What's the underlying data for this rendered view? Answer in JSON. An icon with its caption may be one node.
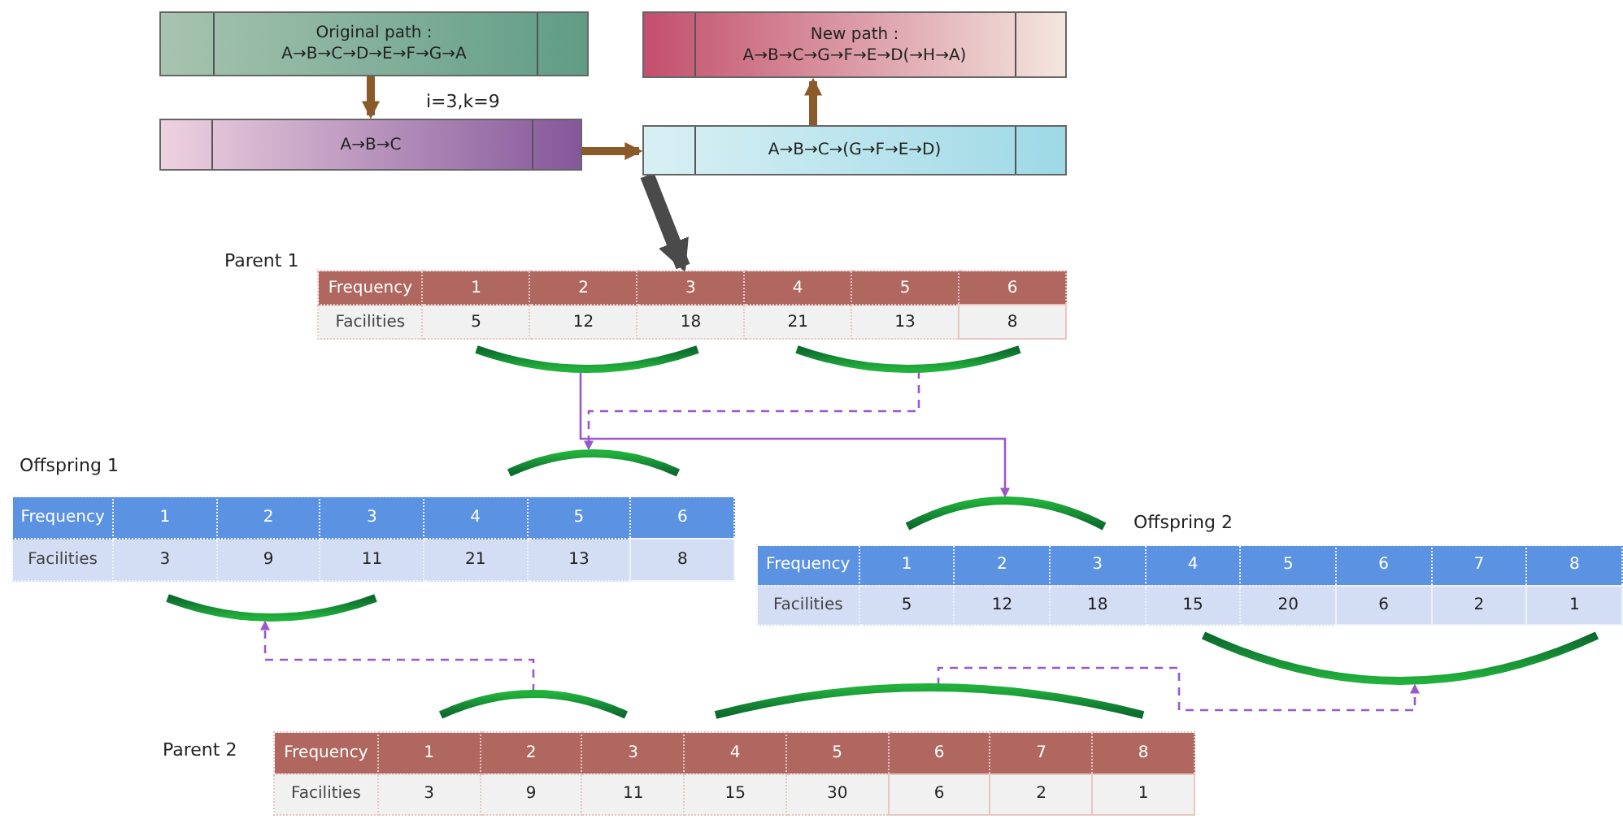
{
  "diagram": {
    "nodes": [
      {
        "text": [
          "Original path :",
          "A→B→C→D→E→F→G→A"
        ]
      },
      {
        "text": [
          "New path :",
          "A→B→C→G→F→E→D(→H→A)"
        ]
      },
      {
        "text": [
          "A→B→C"
        ]
      },
      {
        "text": [
          "A→B→C→(G→F→E→D)"
        ]
      },
      {
        "text": [
          "Parent 1",
          "Frequency",
          "1",
          "2",
          "3",
          "4",
          "5",
          "6",
          "Facilities",
          "5",
          "12",
          "18",
          "21",
          "13",
          "8"
        ]
      },
      {
        "text": [],
        "shape": "arc"
      },
      {
        "text": [],
        "shape": "arc"
      },
      {
        "text": [
          "Offspring 1",
          "Frequency",
          "1",
          "2",
          "3",
          "4",
          "5",
          "6",
          "Facilities",
          "3",
          "9",
          "11",
          "21",
          "13",
          "8"
        ]
      },
      {
        "text": [],
        "shape": "arc"
      },
      {
        "text": [],
        "shape": "arc"
      },
      {
        "text": [
          "Offspring 2",
          "Frequency",
          "1",
          "2",
          "3",
          "4",
          "5",
          "6",
          "7",
          "8",
          "Facilities",
          "5",
          "12",
          "18",
          "15",
          "20",
          "6",
          "2",
          "1"
        ]
      },
      {
        "text": [],
        "shape": "arc"
      },
      {
        "text": [],
        "shape": "arc"
      },
      {
        "text": [
          "Parent 2",
          "Frequency",
          "1",
          "2",
          "3",
          "4",
          "5",
          "6",
          "7",
          "8",
          "Facilities",
          "3",
          "9",
          "11",
          "15",
          "30",
          "6",
          "2",
          "1"
        ]
      },
      {
        "text": [],
        "shape": "arc"
      },
      {
        "text": [],
        "shape": "arc"
      }
    ],
    "edges": [
      {
        "from": 0,
        "to": 2,
        "arrow": "to",
        "style": "thick",
        "color": "#8b5a2b"
      },
      {
        "from": 2,
        "to": 3,
        "arrow": "to",
        "style": "thick",
        "color": "#8b5a2b"
      },
      {
        "from": 3,
        "to": 1,
        "arrow": "to",
        "style": "thick",
        "color": "#8b5a2b"
      },
      {
        "from": 3,
        "to": 4,
        "arrow": "to",
        "style": "thick",
        "color": "#4a4a4a"
      },
      {
        "from": 5,
        "to": 11,
        "arrow": "to"
      },
      {
        "from": 6,
        "to": 8,
        "arrow": "to",
        "style": "dashed"
      },
      {
        "from": 14,
        "to": 9,
        "arrow": "to",
        "style": "dashed"
      },
      {
        "from": 15,
        "to": 12,
        "arrow": "to",
        "style": "dashed"
      }
    ],
    "labels": [
      "i=3,k=9"
    ]
  }
}
